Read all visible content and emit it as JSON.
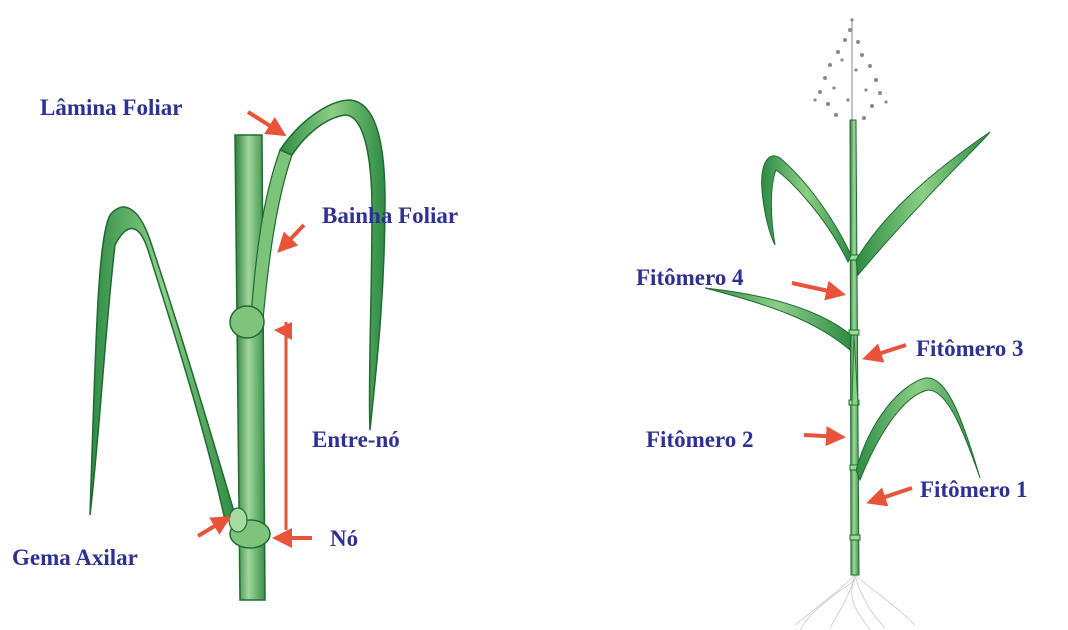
{
  "left_plant": {
    "labels": {
      "lamina_foliar": "Lâmina Foliar",
      "bainha_foliar": "Bainha Foliar",
      "entre_no": "Entre-nó",
      "no": "Nó",
      "gema_axilar": "Gema Axilar"
    }
  },
  "right_plant": {
    "labels": {
      "fitomero_4": "Fitômero 4",
      "fitomero_3": "Fitômero 3",
      "fitomero_2": "Fitômero 2",
      "fitomero_1": "Fitômero 1"
    }
  },
  "colors": {
    "label_text": "#2e3193",
    "arrow": "#e8533a",
    "leaf_light": "#8ccf86",
    "leaf_dark": "#2e8b43",
    "stem": "#5fae62"
  }
}
